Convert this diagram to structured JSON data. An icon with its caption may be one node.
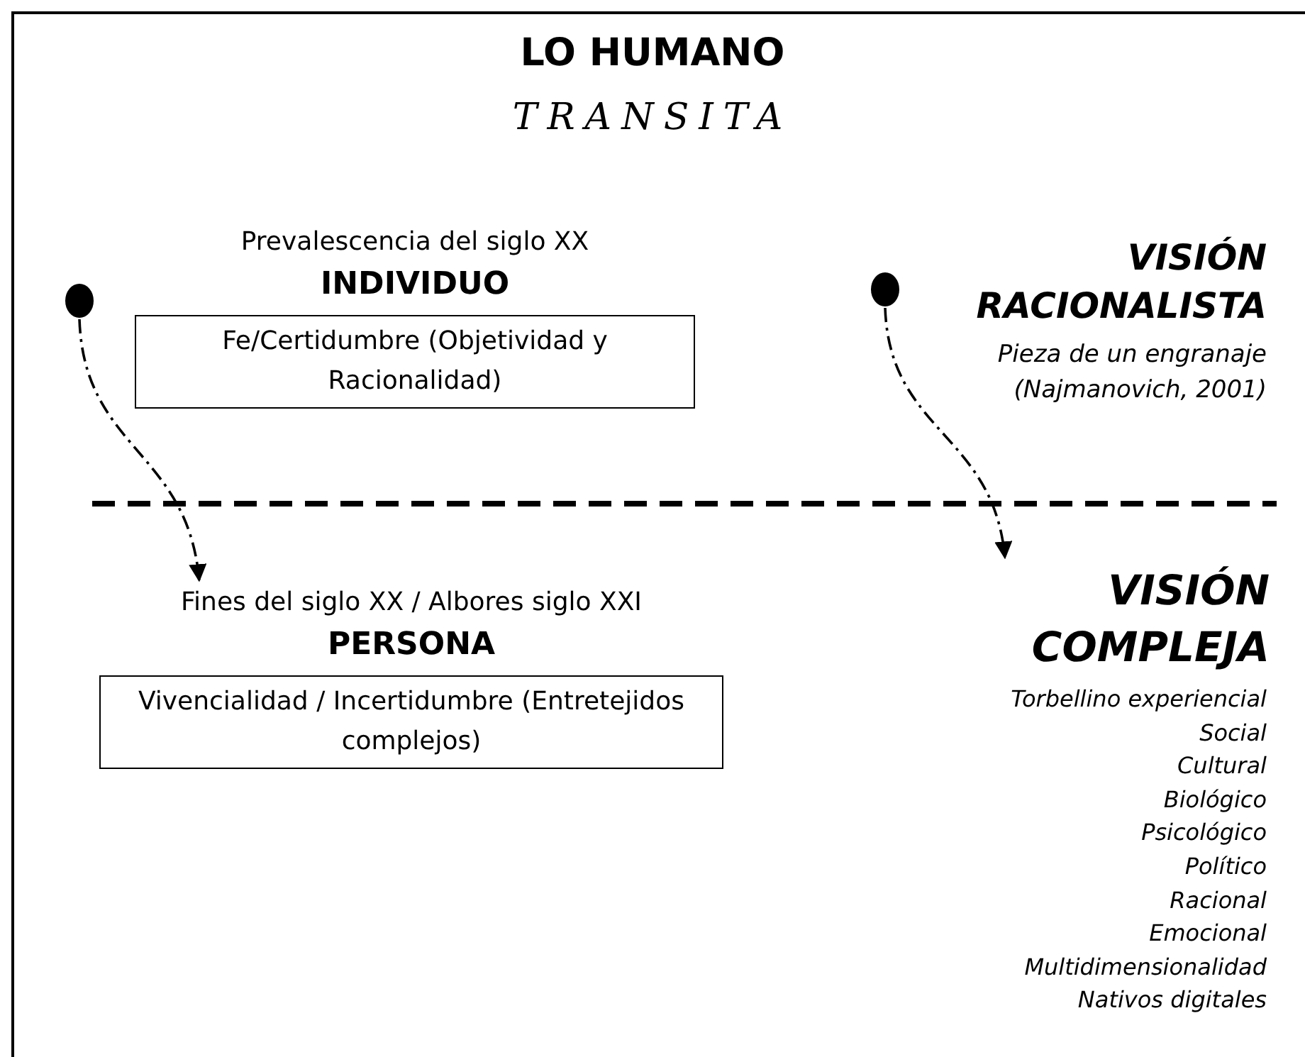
{
  "diagram": {
    "title": "LO HUMANO",
    "nodes": [
      {
        "text": [],
        "shape": "circle"
      },
      {
        "text": [
          "Prevalescencia del siglo XX",
          "INDIVIDUO",
          "Fe/Certidumbre (Objetividad y Racionalidad)"
        ]
      },
      {
        "text": [],
        "shape": "circle"
      },
      {
        "text": [
          "Fines del siglo XX / Albores siglo XXI",
          "PERSONA",
          "Vivencialidad / Incertidumbre (Entretejidos complejos)"
        ]
      },
      {
        "text": [
          "VISIÓN COMPLEJA"
        ]
      }
    ],
    "edges": [
      {
        "from": 0,
        "to": 3,
        "arrow": "to",
        "style": "dashed"
      },
      {
        "from": 2,
        "to": 4,
        "arrow": "to",
        "style": "dashed"
      }
    ],
    "labels": [
      "TRANSITA",
      "VISIÓN RACIONALISTA",
      "Pieza de un engranaje (Najmanovich, 2001)",
      "Torbellino experiencial",
      "Social",
      "Cultural",
      "Biológico",
      "Psicológico",
      "Político",
      "Racional",
      "Emocional",
      "Multidimensionalidad",
      "Nativos digitales"
    ]
  }
}
